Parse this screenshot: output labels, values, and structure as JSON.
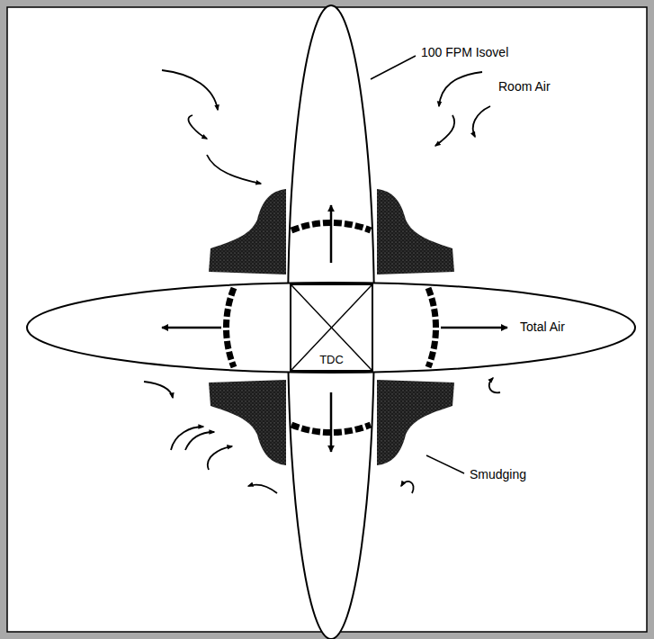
{
  "diagram": {
    "nodes": [
      {
        "text": [
          "TDC"
        ]
      }
    ],
    "edges": [],
    "labels": [
      "100 FPM Isovel",
      "Room Air",
      "Total Air",
      "Smudging"
    ]
  }
}
